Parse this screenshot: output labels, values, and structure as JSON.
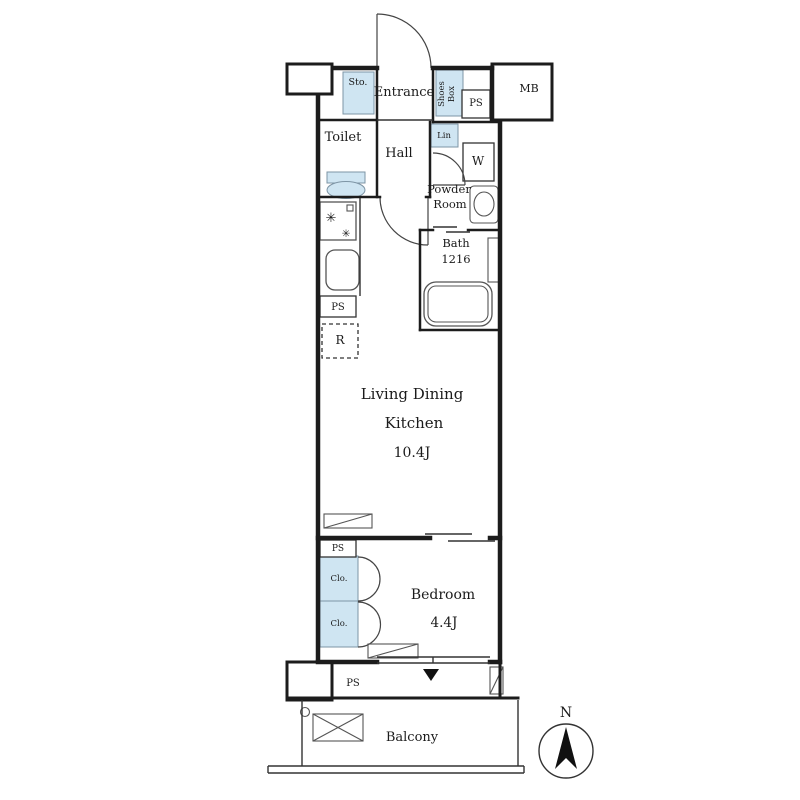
{
  "colors": {
    "wall": "#1c1c1c",
    "fixture_fill": "#cfe5f2",
    "fixture_stroke": "#7e95a5",
    "line": "#444444"
  },
  "labels": {
    "sto": "Sto.",
    "entrance": "Entrance",
    "shoes_line1": "Shoes",
    "shoes_line2": "Box",
    "ps_entrance": "PS",
    "mb": "MB",
    "toilet": "Toilet",
    "hall": "Hall",
    "lin": "Lin",
    "washer": "W",
    "powder_line1": "Powder",
    "powder_line2": "Room",
    "bath_line1": "Bath",
    "bath_line2": "1216",
    "ps_kitchen": "PS",
    "fridge": "R",
    "ldk_line1": "Living Dining",
    "ldk_line2": "Kitchen",
    "ldk_size": "10.4J",
    "ps_bedroom": "PS",
    "closet_upper": "Clo.",
    "closet_lower": "Clo.",
    "bedroom": "Bedroom",
    "bedroom_size": "4.4J",
    "ps_balcony": "PS",
    "balcony": "Balcony",
    "north": "N"
  },
  "icons": {
    "burner": "✳"
  }
}
